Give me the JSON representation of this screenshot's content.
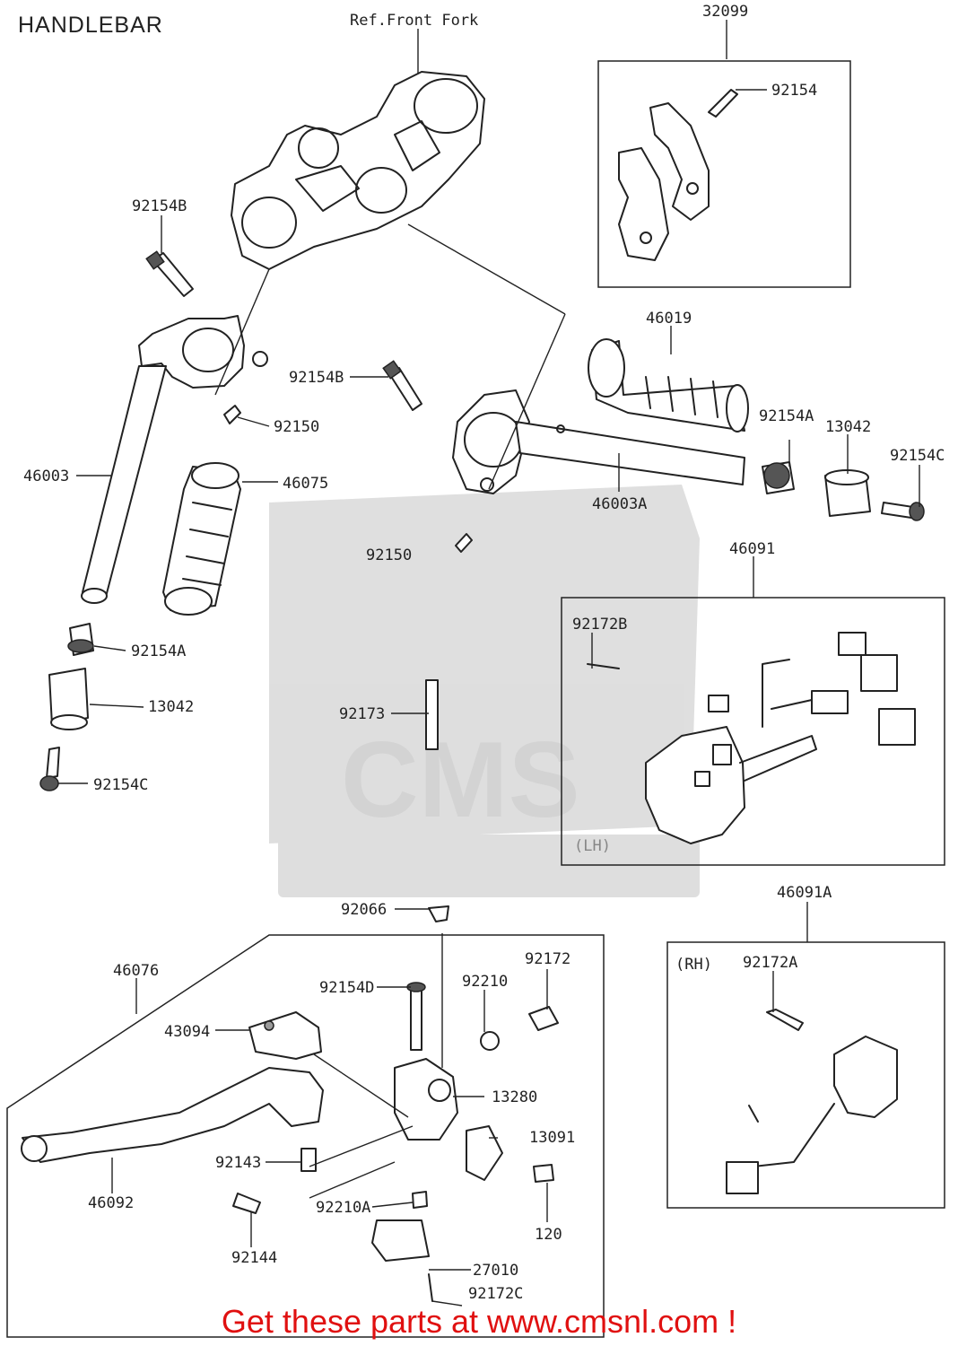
{
  "page": {
    "title": "HANDLEBAR",
    "footer": "Get these parts at www.cmsnl.com !"
  },
  "watermark": {
    "brand": "CMS",
    "side_note": "(LH)"
  },
  "labels": {
    "ref_front_fork": "Ref.Front Fork",
    "p32099": "32099",
    "p92154": "92154",
    "p92154B_left": "92154B",
    "p92150_left": "92150",
    "p46003": "46003",
    "p46075": "46075",
    "p92154A_left": "92154A",
    "p13042_left": "13042",
    "p92154C_left": "92154C",
    "p46019": "46019",
    "p92154B_right": "92154B",
    "p46003A": "46003A",
    "p92150_right": "92150",
    "p92154A_right": "92154A",
    "p13042_right": "13042",
    "p92154C_right": "92154C",
    "p46091": "46091",
    "p92172B": "92172B",
    "p92173": "92173",
    "p92066": "92066",
    "p46091A": "46091A",
    "rh": "(RH)",
    "p92172A": "92172A",
    "p46076": "46076",
    "p92154D": "92154D",
    "p92210": "92210",
    "p92172": "92172",
    "p43094": "43094",
    "p13280": "13280",
    "p13091": "13091",
    "p92143": "92143",
    "p46092": "46092",
    "p92210A": "92210A",
    "p120": "120",
    "p92144": "92144",
    "p27010": "27010",
    "p92172C": "92172C"
  }
}
